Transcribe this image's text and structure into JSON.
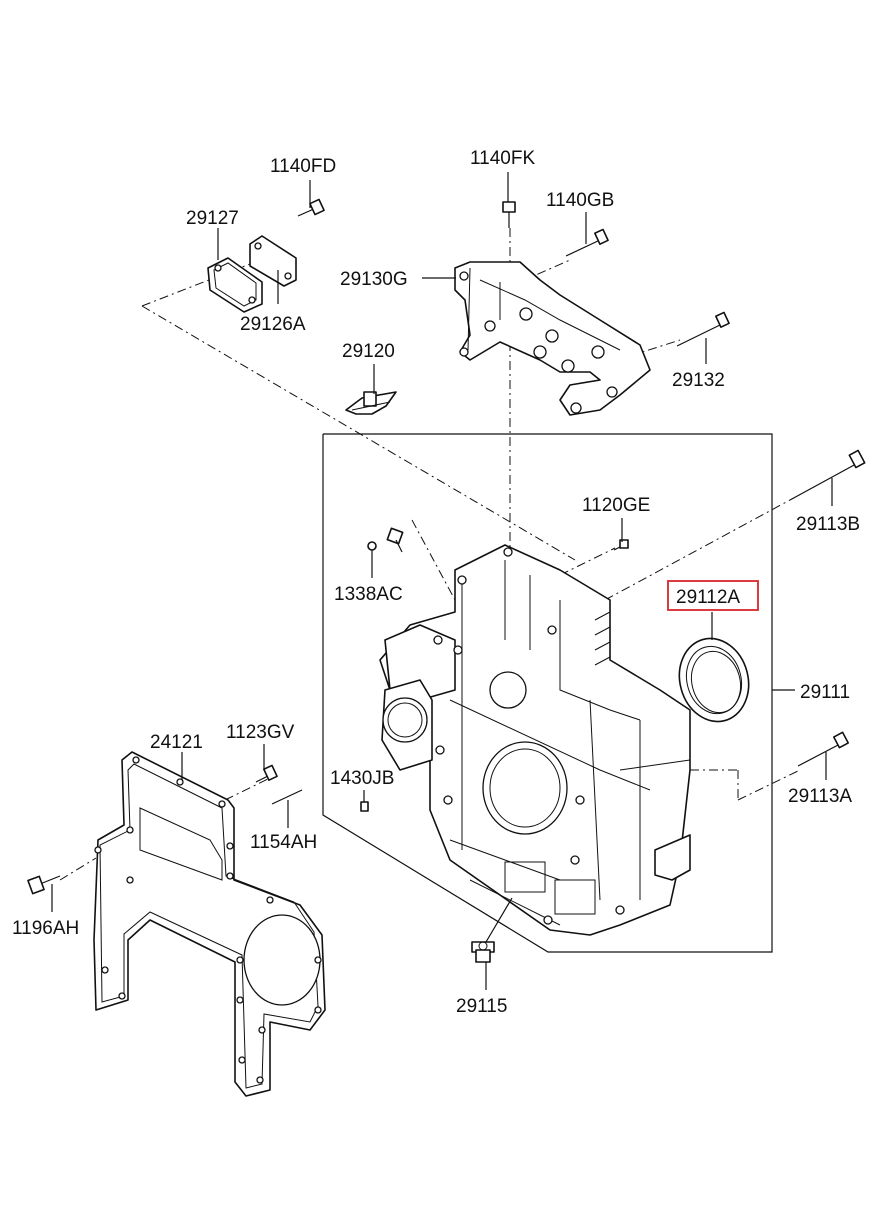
{
  "labels": {
    "p1140FD": "1140FD",
    "p29127": "29127",
    "p29126A": "29126A",
    "p1140FK": "1140FK",
    "p1140GB": "1140GB",
    "p29130G": "29130G",
    "p29132": "29132",
    "p29120": "29120",
    "p1120GE": "1120GE",
    "p29113B": "29113B",
    "p1338AC": "1338AC",
    "p29112A": "29112A",
    "p29111": "29111",
    "p24121": "24121",
    "p1123GV": "1123GV",
    "p1430JB": "1430JB",
    "p29113A": "29113A",
    "p1154AH": "1154AH",
    "p1196AH": "1196AH",
    "p29115": "29115"
  },
  "highlight": {
    "part": "29112A",
    "color": "#d7262b"
  }
}
